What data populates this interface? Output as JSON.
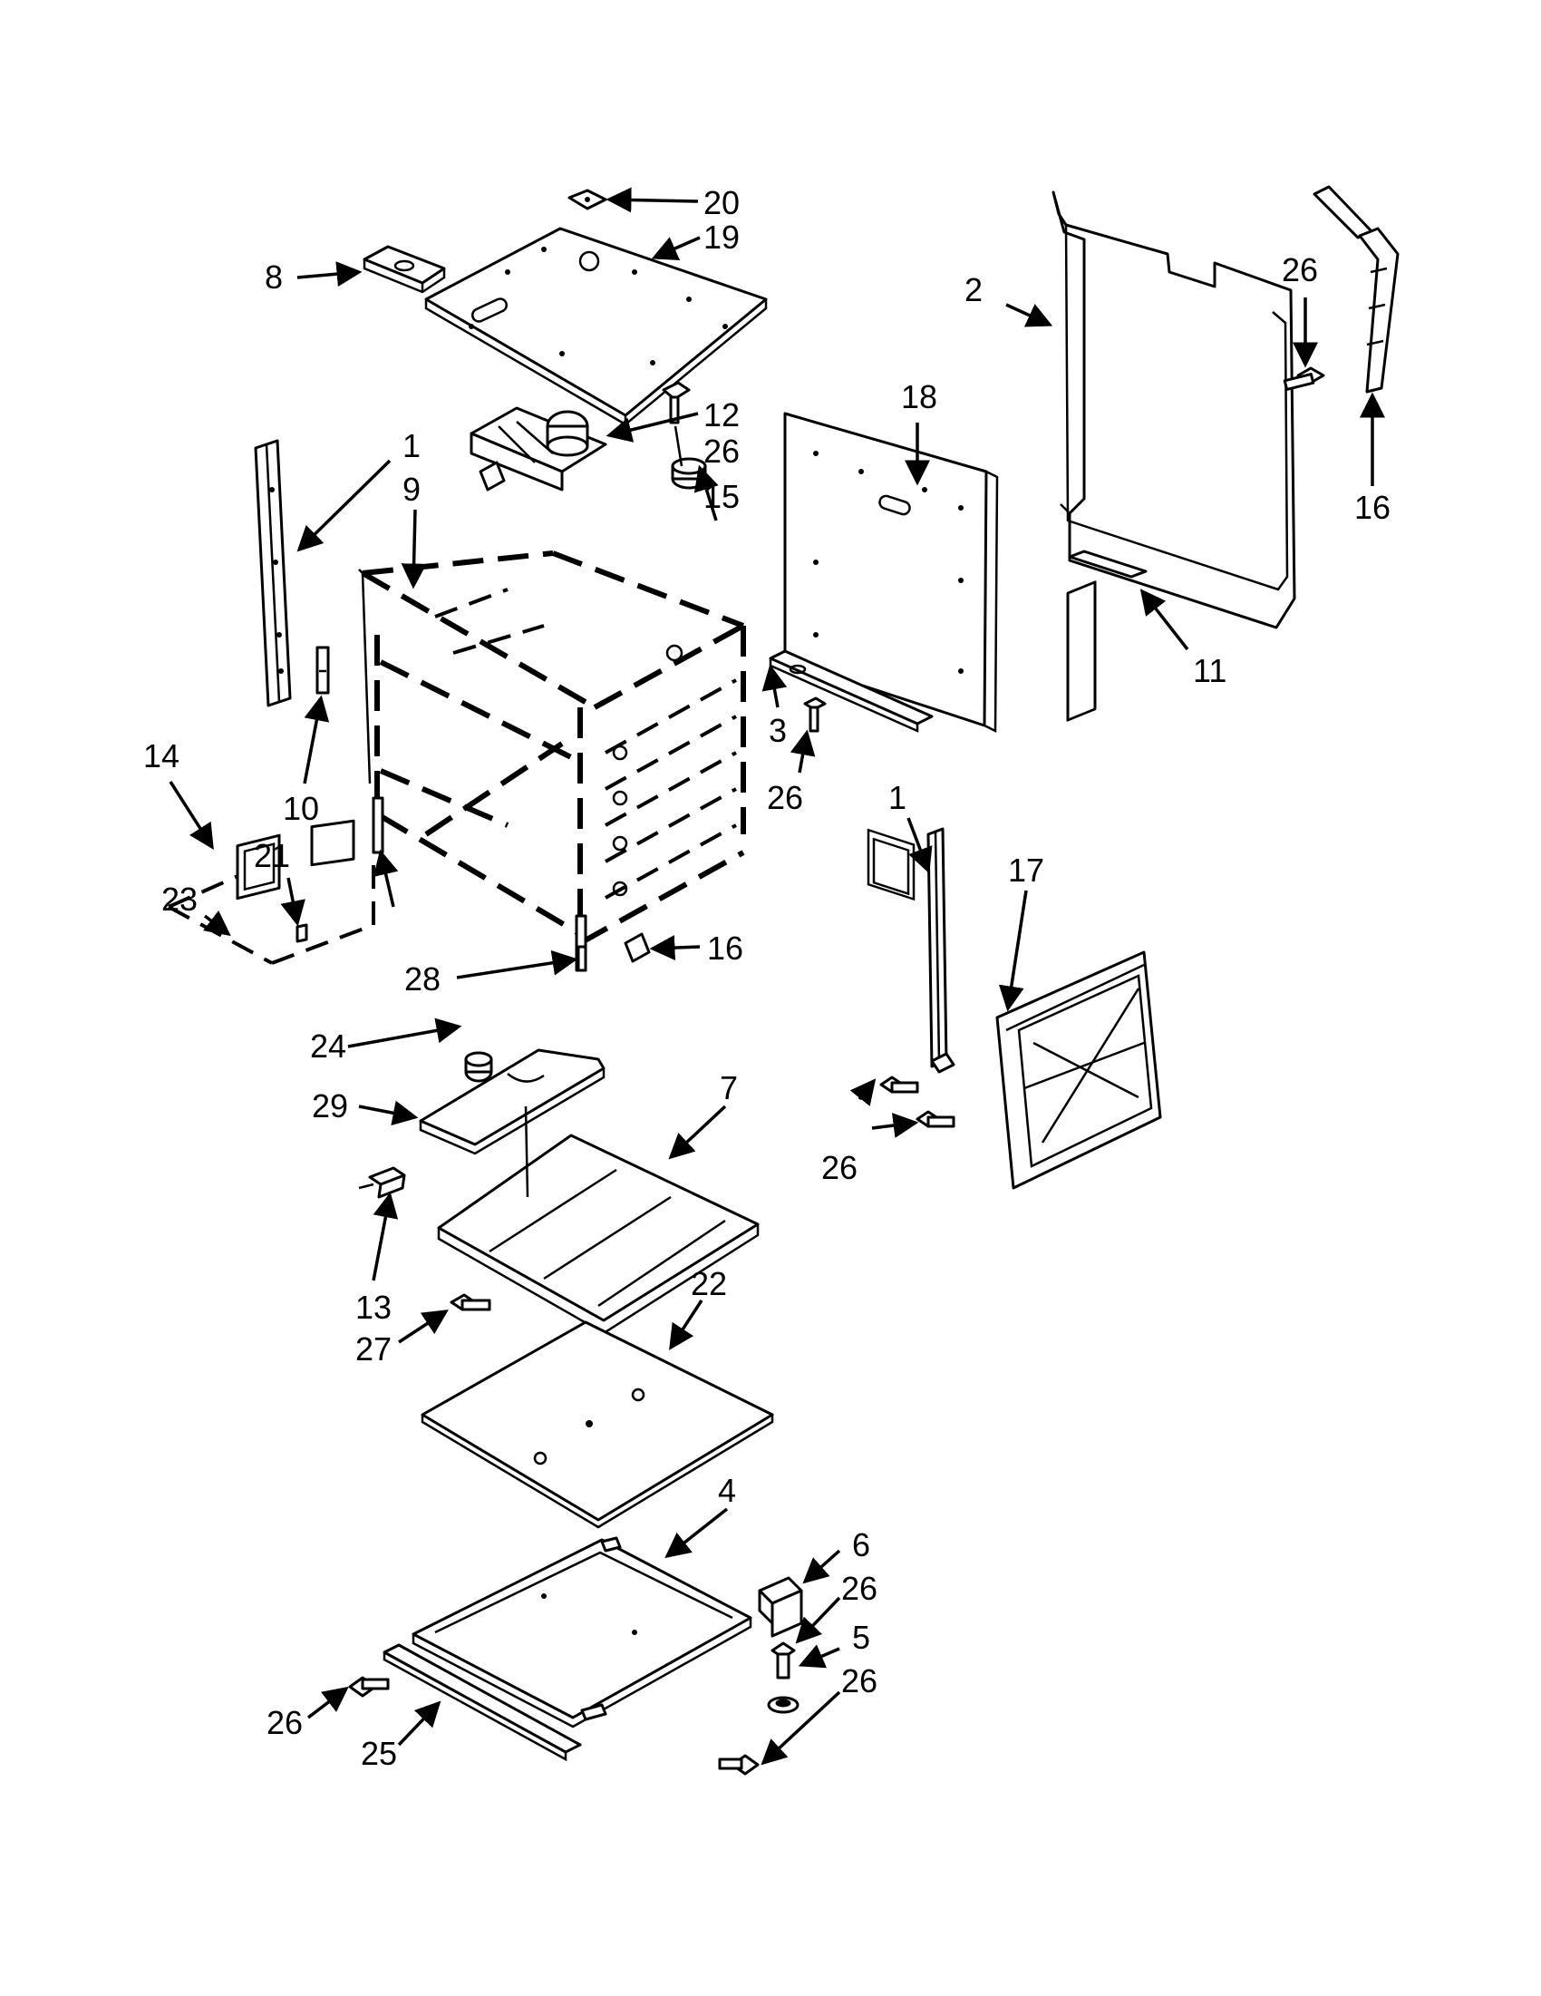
{
  "callouts": [
    {
      "id": "c20",
      "text": "20"
    },
    {
      "id": "c19",
      "text": "19"
    },
    {
      "id": "c8",
      "text": "8"
    },
    {
      "id": "c12",
      "text": "12"
    },
    {
      "id": "c26a",
      "text": "26"
    },
    {
      "id": "c15",
      "text": "15"
    },
    {
      "id": "c1a",
      "text": "1"
    },
    {
      "id": "c9",
      "text": "9"
    },
    {
      "id": "c18",
      "text": "18"
    },
    {
      "id": "c2",
      "text": "2"
    },
    {
      "id": "c26b",
      "text": "26"
    },
    {
      "id": "c16a",
      "text": "16"
    },
    {
      "id": "c11",
      "text": "11"
    },
    {
      "id": "c3",
      "text": "3"
    },
    {
      "id": "c26c",
      "text": "26"
    },
    {
      "id": "c14",
      "text": "14"
    },
    {
      "id": "c10",
      "text": "10"
    },
    {
      "id": "c21",
      "text": "21"
    },
    {
      "id": "c23",
      "text": "23"
    },
    {
      "id": "c28",
      "text": "28"
    },
    {
      "id": "c16b",
      "text": "16"
    },
    {
      "id": "c1b",
      "text": "1"
    },
    {
      "id": "c17",
      "text": "17"
    },
    {
      "id": "c24",
      "text": "24"
    },
    {
      "id": "c29",
      "text": "29"
    },
    {
      "id": "c7",
      "text": "7"
    },
    {
      "id": "c26d",
      "text": "26"
    },
    {
      "id": "c13",
      "text": "13"
    },
    {
      "id": "c27",
      "text": "27"
    },
    {
      "id": "c22",
      "text": "22"
    },
    {
      "id": "c4",
      "text": "4"
    },
    {
      "id": "c6",
      "text": "6"
    },
    {
      "id": "c26e",
      "text": "26"
    },
    {
      "id": "c5",
      "text": "5"
    },
    {
      "id": "c26f",
      "text": "26"
    },
    {
      "id": "c26g",
      "text": "26"
    },
    {
      "id": "c25",
      "text": "25"
    }
  ]
}
